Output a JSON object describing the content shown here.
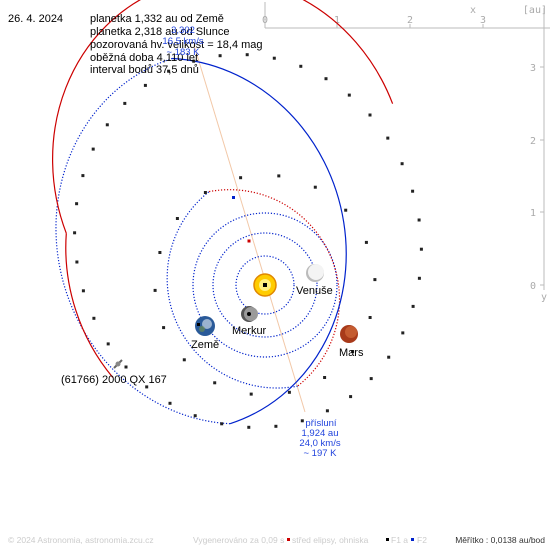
{
  "date": "26. 4. 2024",
  "info_lines": [
    "planetka 1,332 au od Země",
    "planetka 2,318 au od Slunce",
    "pozorovaná hv. velikost = 18,4 mag",
    "oběžná doba 4,110 let",
    "interval bodů 37,5 dnů"
  ],
  "overlay_blue": [
    "3,302",
    "16,5 km/s",
    "~ 183 K"
  ],
  "axis": {
    "top_ticks": [
      "0",
      "1",
      "2",
      "3"
    ],
    "top_var": "x",
    "unit": "[au]",
    "right_ticks": [
      "3",
      "2",
      "1",
      "0"
    ],
    "right_var": "y"
  },
  "planets": {
    "venus": "Venuše",
    "mercury": "Merkur",
    "earth": "Země",
    "mars": "Mars"
  },
  "asteroid_label": "(61766) 2000 QX 167",
  "perihelion": [
    "přísluní",
    "1,924 au",
    "24,0 km/s",
    "~ 197 K"
  ],
  "footer": {
    "copyright": "© 2024 Astronomia, astronomia.zcu.cz",
    "generated": "Vygenerováno za 0,09 s",
    "legend_center": "střed elipsy, ohniska",
    "legend_f1": "F1 a",
    "legend_f2": "F2",
    "scale": "Měřítko : 0,0138 au/bod"
  },
  "colors": {
    "asteroid_orbit_near": "#cc0000",
    "asteroid_orbit_far": "#0022cc",
    "planet_orbit": "#0022cc",
    "mars_orbit": "#cc0000",
    "axis": "#bbbbbb",
    "sun": "#ffcc00",
    "mars": "#bb4422",
    "venus": "#dddddd",
    "earth": "#3366aa"
  }
}
